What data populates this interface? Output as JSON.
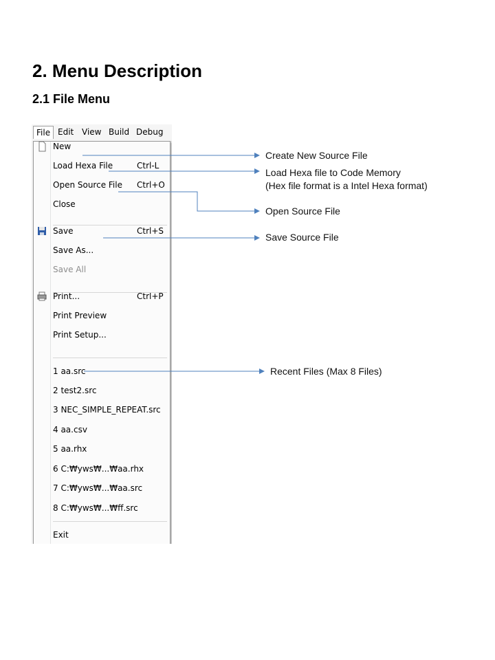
{
  "heading": "2. Menu Description",
  "subheading": "2.1 File Menu",
  "menubar": [
    "File",
    "Edit",
    "View",
    "Build",
    "Debug"
  ],
  "file_menu": {
    "items": [
      {
        "label": "New",
        "shortcut": ""
      },
      {
        "label": "Load Hexa File",
        "shortcut": "Ctrl-L"
      },
      {
        "label": "Open Source File",
        "shortcut": "Ctrl+O"
      },
      {
        "label": "Close",
        "shortcut": ""
      },
      {
        "label": "Save",
        "shortcut": "Ctrl+S"
      },
      {
        "label": "Save As...",
        "shortcut": ""
      },
      {
        "label": "Save All",
        "shortcut": "",
        "disabled": true
      },
      {
        "label": "Print...",
        "shortcut": "Ctrl+P"
      },
      {
        "label": "Print Preview",
        "shortcut": ""
      },
      {
        "label": "Print Setup...",
        "shortcut": ""
      }
    ],
    "recent": [
      "1 aa.src",
      "2 test2.src",
      "3 NEC_SIMPLE_REPEAT.src",
      "4 aa.csv",
      "5 aa.rhx",
      "6 C:₩yws₩...₩aa.rhx",
      "7 C:₩yws₩...₩aa.src",
      "8 C:₩yws₩...₩ff.src"
    ],
    "exit": "Exit"
  },
  "annotations": {
    "new": "Create New Source File",
    "load_line1": "Load Hexa file to Code Memory",
    "load_line2": "(Hex file format is a Intel Hexa format)",
    "open": "Open Source File",
    "save": "Save Source File",
    "recent": "Recent Files (Max 8 Files)"
  },
  "colors": {
    "arrow": "#4f81bd",
    "menu_border": "#979797"
  }
}
